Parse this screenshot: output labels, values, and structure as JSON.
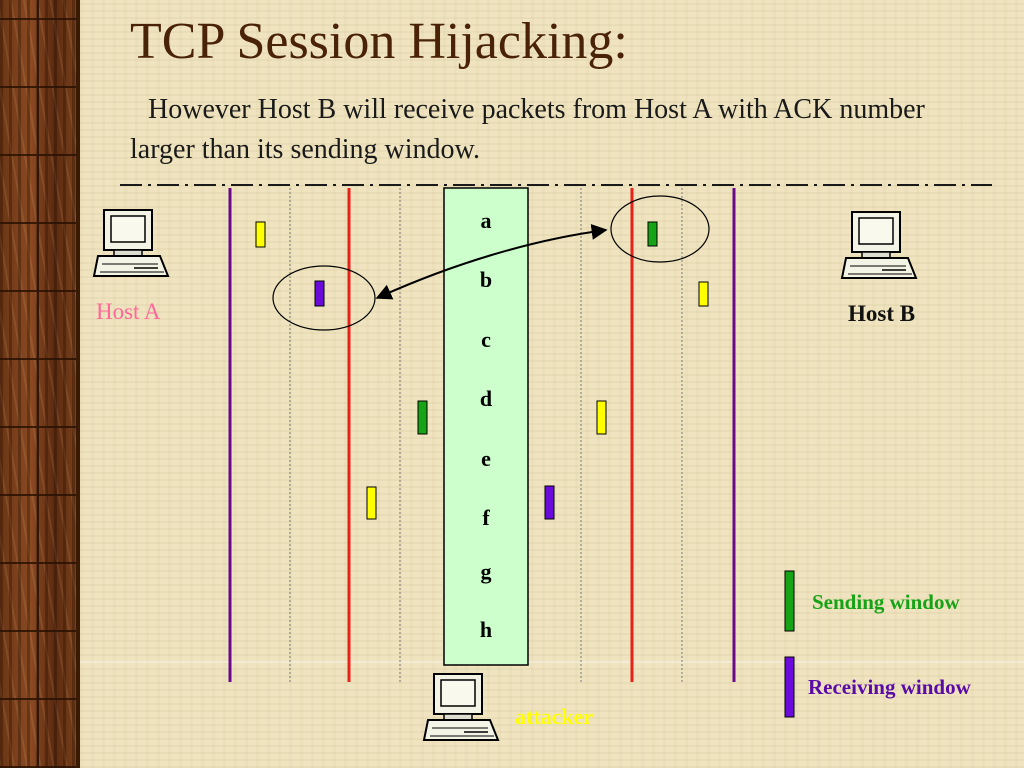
{
  "title": "TCP Session Hijacking:",
  "subtitle": "However Host B will receive packets from Host A with ACK number larger than its sending window.",
  "hosts": {
    "a": "Host A",
    "b": "Host B",
    "attacker": "attacker"
  },
  "sequence_letters": [
    "a",
    "b",
    "c",
    "d",
    "e",
    "f",
    "g",
    "h"
  ],
  "legend": {
    "sending": "Sending window",
    "receiving": "Receiving window"
  },
  "colors": {
    "title": "#4a2207",
    "host_a": "#ff6699",
    "attacker": "#ffff00",
    "sending_window": "#16a316",
    "receiving_window": "#6a0adb",
    "window_boundary": "#e8211b",
    "packet_yellow": "#ffff00",
    "channel": "#ccffcc"
  },
  "icons": {
    "host_a": "computer-icon",
    "host_b": "computer-icon",
    "attacker": "computer-icon"
  }
}
